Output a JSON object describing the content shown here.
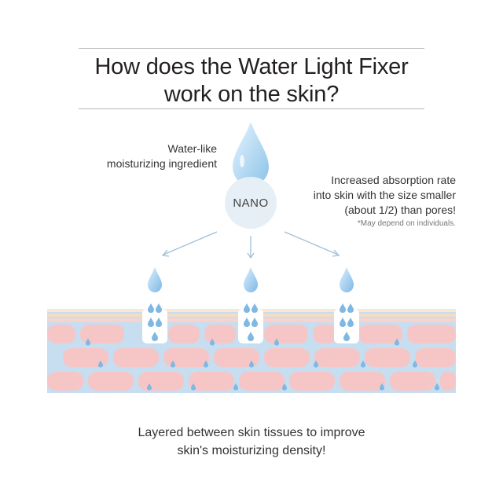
{
  "title": {
    "line1": "How does the Water Light Fixer",
    "line2": "work on the skin?"
  },
  "ingredient": {
    "line1": "Water-like",
    "line2": "moisturizing ingredient"
  },
  "nano_label": "NANO",
  "absorption": {
    "line1": "Increased absorption rate",
    "line2": "into skin with the size smaller",
    "line3": "(about 1/2) than pores!"
  },
  "note": "*May depend on individuals.",
  "caption": {
    "line1": "Layered between skin tissues to improve",
    "line2": "skin's moisturizing density!"
  },
  "colors": {
    "droplet": "#8cc3e8",
    "skin_cell": "#f6c6c6",
    "skin_gap": "#c7ddf0",
    "top_layer": "#f6e3cc",
    "arrow": "#9fbfd8"
  }
}
